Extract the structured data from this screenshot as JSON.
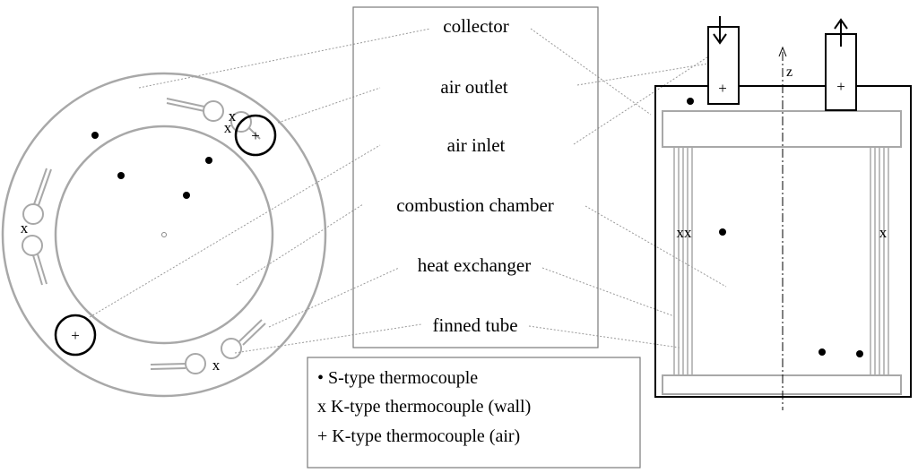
{
  "labels": {
    "collector": "collector",
    "air_outlet": "air outlet",
    "air_inlet": "air inlet",
    "combustion_chamber": "combustion chamber",
    "heat_exchanger": "heat exchanger",
    "finned_tube": "finned tube"
  },
  "legend": {
    "s_type": "• S-type thermocouple",
    "k_type_wall": "x K-type thermocouple (wall)",
    "k_type_air": "+ K-type thermocouple (air)"
  },
  "symbols": {
    "x": "x",
    "xx": "xx",
    "plus": "+",
    "z_axis": "z"
  },
  "colors": {
    "structure_gray": "#a8a8a8",
    "leader_gray": "#9a9a9a",
    "ink": "#000000",
    "frame": "#7a7a7a"
  }
}
